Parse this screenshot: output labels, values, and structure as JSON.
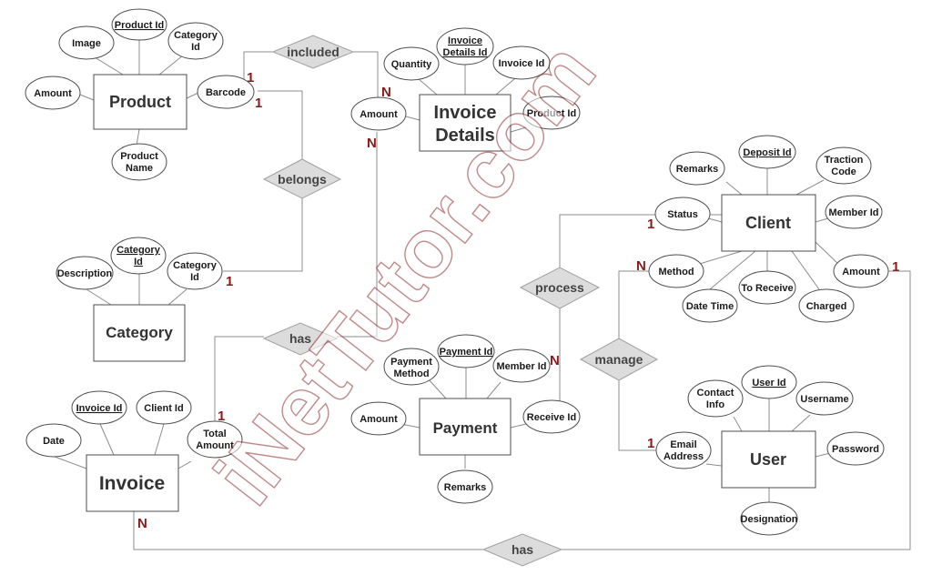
{
  "watermark": "iNetTutor.com",
  "entities": {
    "product": "Product",
    "category": "Category",
    "invoice": "Invoice",
    "invoice_details_1": "Invoice",
    "invoice_details_2": "Details",
    "payment": "Payment",
    "client": "Client",
    "user": "User"
  },
  "relationships": {
    "included": "included",
    "belongs": "belongs",
    "has_invoice": "has",
    "process": "process",
    "manage": "manage",
    "has_bottom": "has"
  },
  "attributes": {
    "product": {
      "image": "Image",
      "product_id": "Product Id",
      "category_id_1": "Category",
      "category_id_2": "Id",
      "amount": "Amount",
      "barcode": "Barcode",
      "product_name_1": "Product",
      "product_name_2": "Name"
    },
    "invoice_details": {
      "quantity": "Quantity",
      "invoice_details_id_1": "Invoice",
      "invoice_details_id_2": "Details Id",
      "invoice_id": "Invoice Id",
      "amount": "Amount",
      "product_id": "Product Id"
    },
    "category": {
      "description": "Description",
      "category_id_1": "Category",
      "category_id_2": "Id",
      "category_id2_1": "Category",
      "category_id2_2": "Id"
    },
    "invoice": {
      "date": "Date",
      "invoice_id": "Invoice Id",
      "client_id": "Client Id",
      "total_amount_1": "Total",
      "total_amount_2": "Amount"
    },
    "payment": {
      "payment_method_1": "Payment",
      "payment_method_2": "Method",
      "payment_id": "Payment Id",
      "member_id": "Member Id",
      "amount": "Amount",
      "receive_id": "Receive Id",
      "remarks": "Remarks"
    },
    "client": {
      "remarks": "Remarks",
      "deposit_id": "Deposit Id",
      "traction_code_1": "Traction",
      "traction_code_2": "Code",
      "status": "Status",
      "member_id": "Member Id",
      "method": "Method",
      "to_receive": "To Receive",
      "amount": "Amount",
      "date_time": "Date Time",
      "charged": "Charged"
    },
    "user": {
      "contact_info_1": "Contact",
      "contact_info_2": "Info",
      "user_id": "User Id",
      "username": "Username",
      "email_1": "Email",
      "email_2": "Address",
      "password": "Password",
      "designation": "Designation"
    }
  },
  "cardinalities": {
    "included_product": "1",
    "included_details": "N",
    "belongs_product": "1",
    "belongs_category": "1",
    "details_has": "N",
    "has_invoice": "1",
    "process_client": "1",
    "process_payment": "N",
    "manage_client": "N",
    "manage_user": "1",
    "client_bottom": "1",
    "invoice_bottom": "N"
  }
}
